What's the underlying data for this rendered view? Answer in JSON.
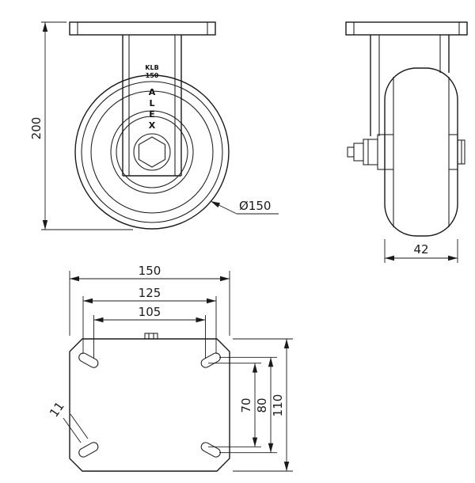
{
  "page": {
    "background": "#ffffff",
    "line_color": "#1a1a1a",
    "description": "Technical drawing of a fixed plate caster wheel, three views with dimensions"
  },
  "front_view": {
    "name": "Front view",
    "brand_top": "KLB",
    "brand_model": "150",
    "brand_letters": [
      "A",
      "L",
      "E",
      "X"
    ],
    "dim_overall_height": "200",
    "dim_wheel_diameter": "Ø150"
  },
  "side_view": {
    "name": "Side view",
    "dim_wheel_width": "42"
  },
  "plate_view": {
    "name": "Mounting plate bottom view",
    "dim_plate_width": "150",
    "dim_bolt_span_max": "125",
    "dim_bolt_span_min": "105",
    "dim_bolt_vspan_min": "70",
    "dim_bolt_vspan_max": "80",
    "dim_plate_depth": "110",
    "dim_slot_width": "11"
  }
}
